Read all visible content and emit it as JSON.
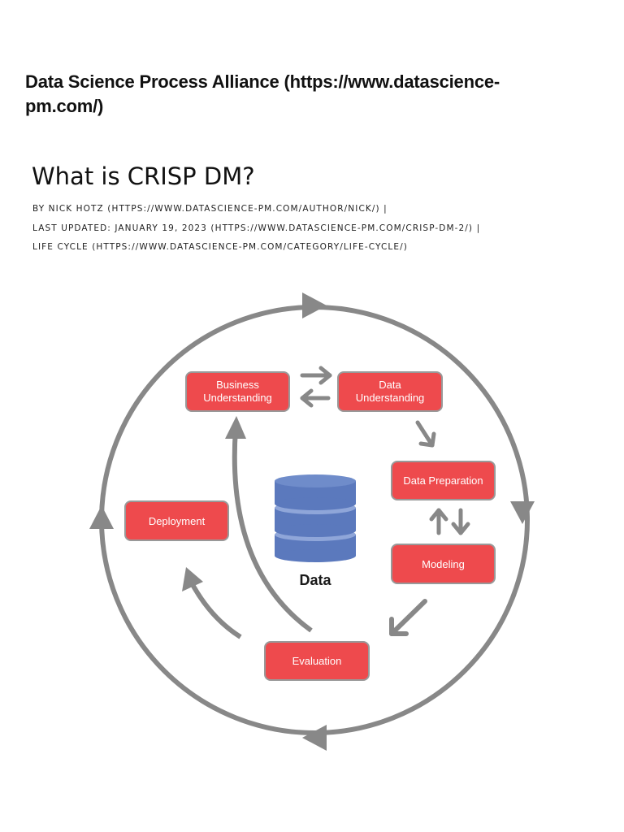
{
  "source": {
    "text": "Data Science Process Alliance (https://www.datascience-pm.com/)"
  },
  "article": {
    "title": "What is CRISP DM?",
    "meta": [
      "BY NICK HOTZ (HTTPS://WWW.DATASCIENCE-PM.COM/AUTHOR/NICK/)  |",
      "LAST UPDATED: JANUARY 19, 2023 (HTTPS://WWW.DATASCIENCE-PM.COM/CRISP-DM-2/)  |",
      "LIFE CYCLE (HTTPS://WWW.DATASCIENCE-PM.COM/CATEGORY/LIFE-CYCLE/)"
    ]
  },
  "diagram": {
    "colors": {
      "box": "#ee4a4d",
      "arrow": "#888888",
      "cylinder": "#5b79bd"
    },
    "phases": {
      "business_understanding": {
        "line1": "Business",
        "line2": "Understanding"
      },
      "data_understanding": {
        "line1": "Data",
        "line2": "Understanding"
      },
      "data_preparation": "Data Preparation",
      "modeling": "Modeling",
      "evaluation": "Evaluation",
      "deployment": "Deployment"
    },
    "center_label": "Data"
  }
}
